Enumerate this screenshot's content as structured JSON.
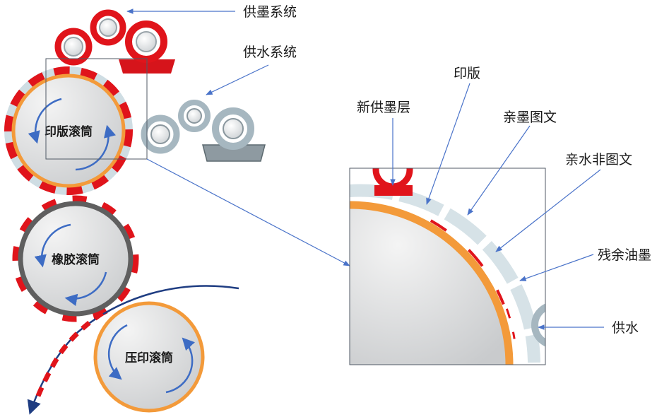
{
  "colors": {
    "ink_red": "#e0141b",
    "plate_orange": "#f39a3a",
    "water_bluegray": "#a6b7c0",
    "arrow_blue": "#3d6cc4",
    "blanket_dark": "#5f5f5f",
    "paper_navy": "#1f3d82"
  },
  "labels": {
    "ink_system": "供墨系统",
    "water_system": "供水系统",
    "plate": "印版",
    "new_ink_layer": "新供墨层",
    "ink_loving_image": "亲墨图文",
    "water_loving_nonimage": "亲水非图文",
    "residual_ink": "残余油墨",
    "water_supply": "供水"
  },
  "cylinders": {
    "plate_cylinder": "印版滚筒",
    "blanket_cylinder": "橡胶滚筒",
    "impression_cylinder": "压印滚筒"
  }
}
